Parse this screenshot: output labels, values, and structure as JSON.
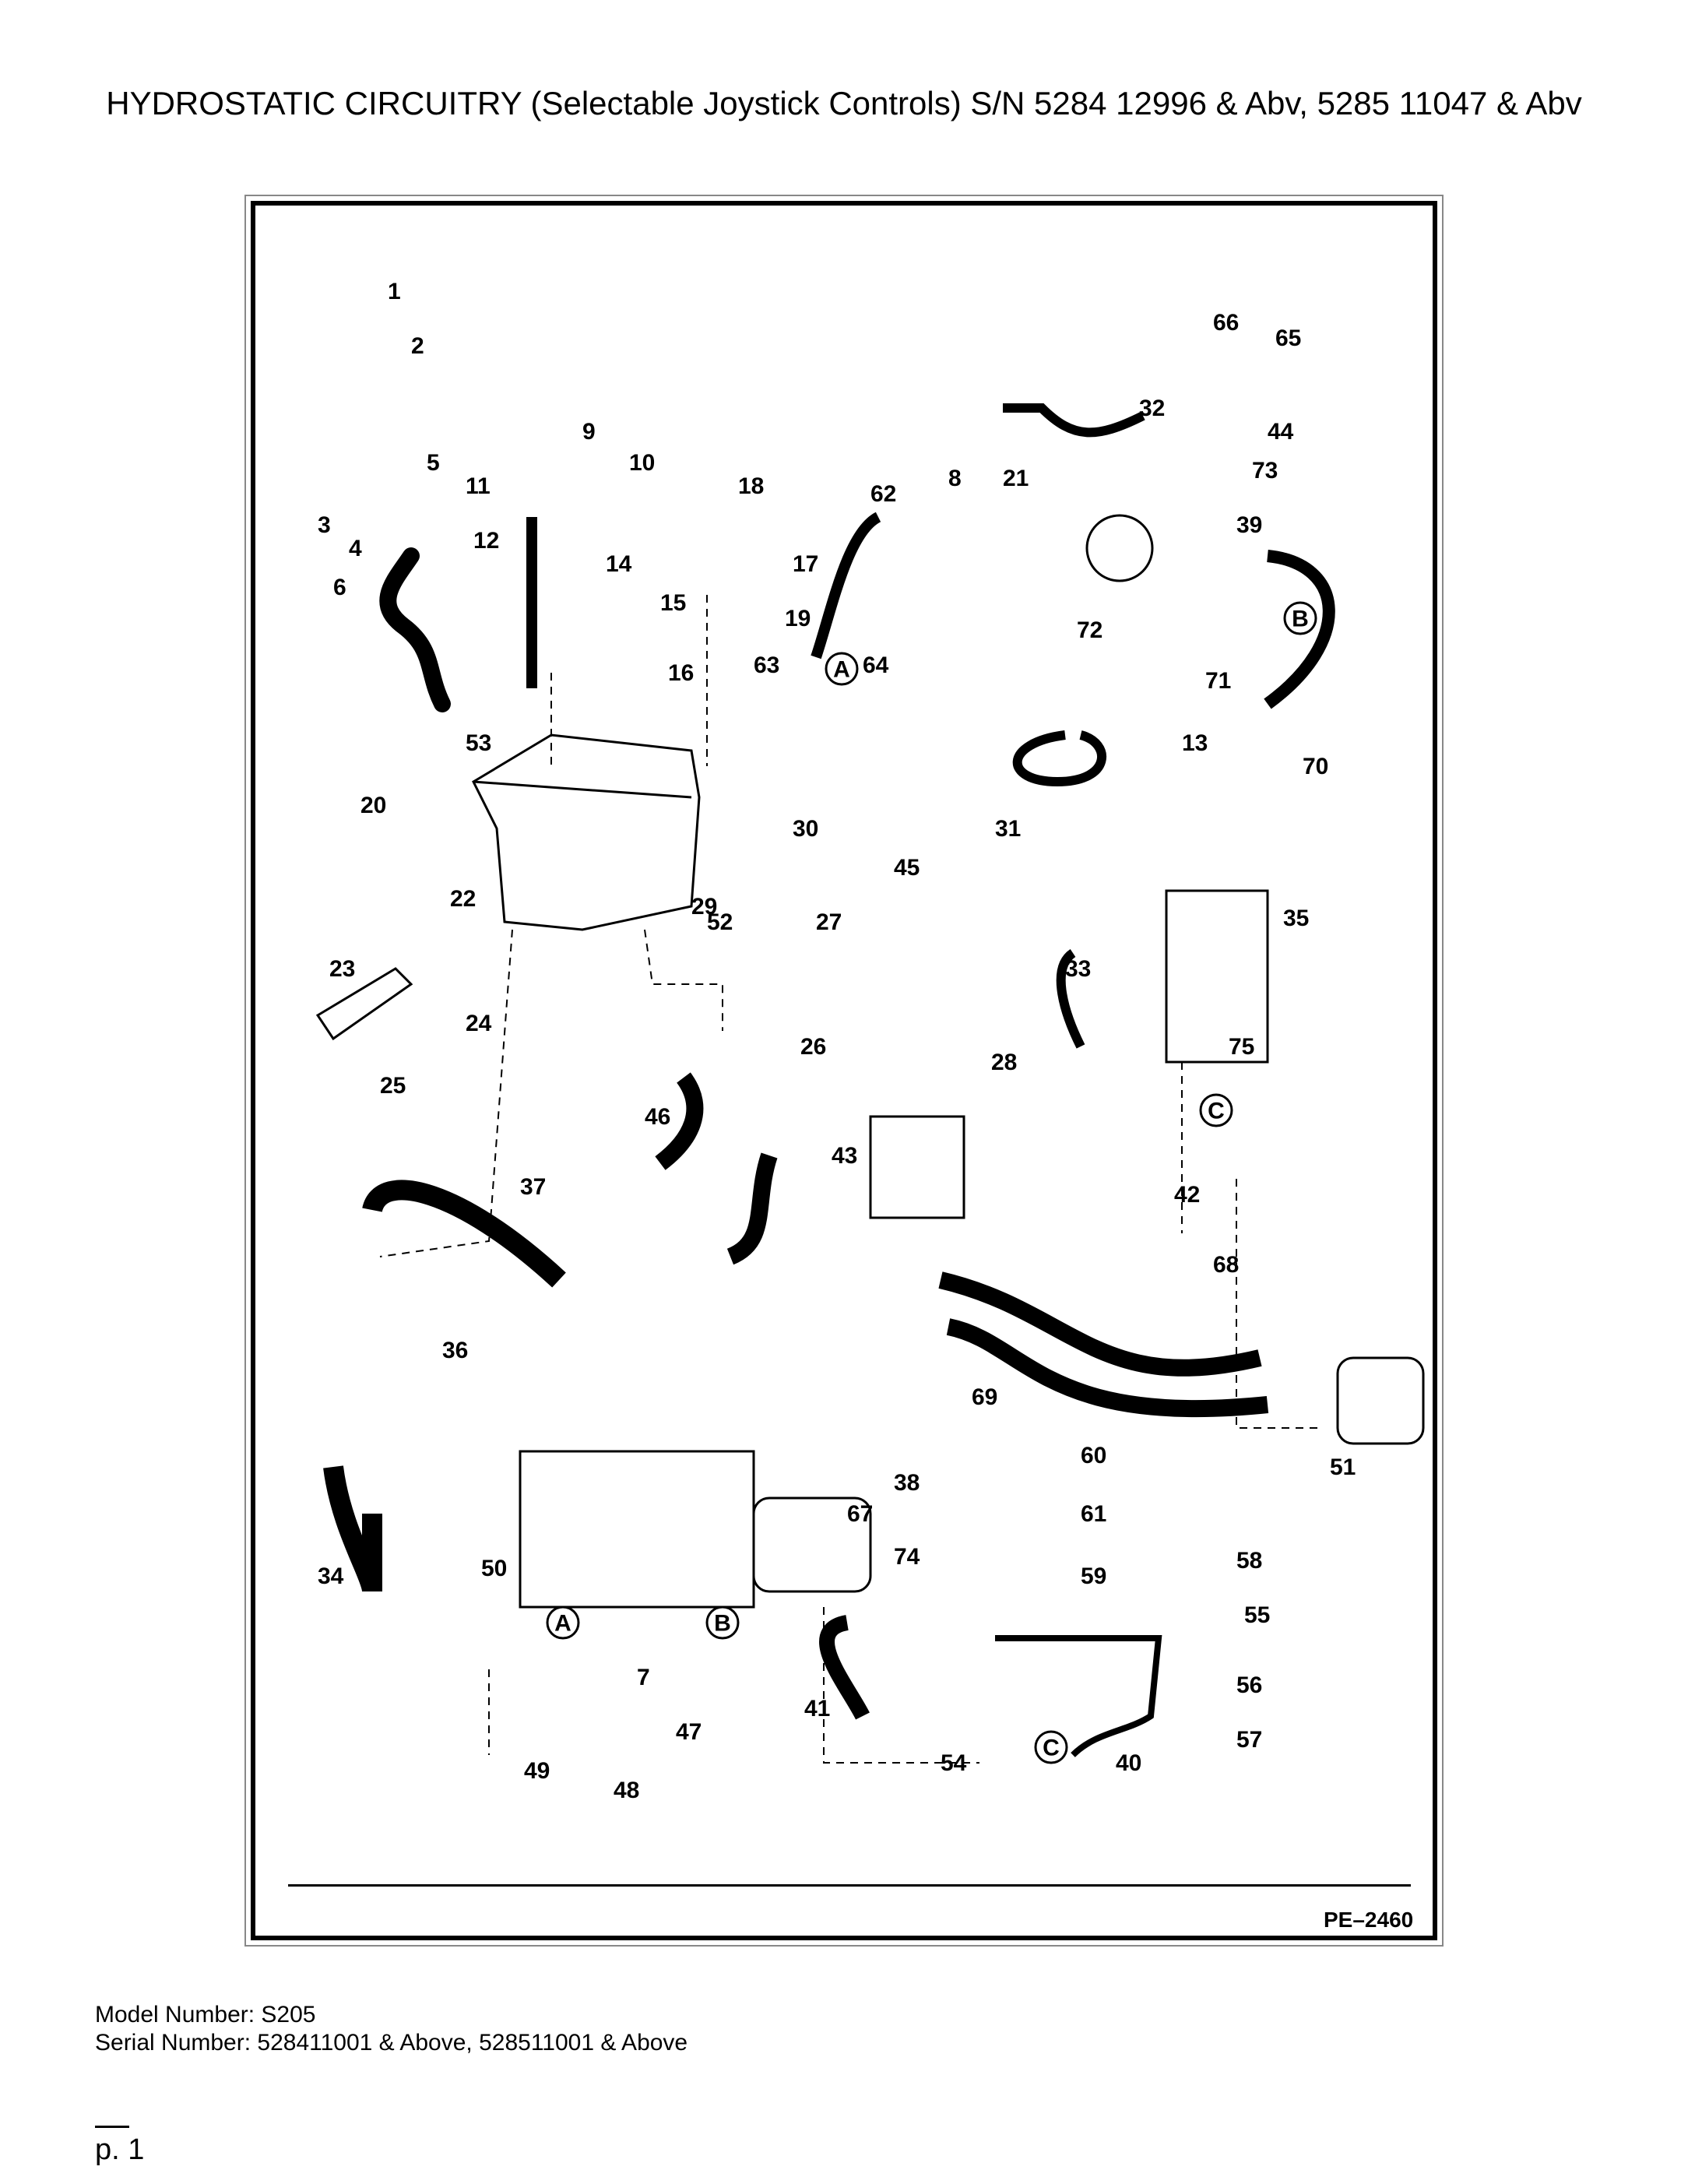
{
  "title": "HYDROSTATIC CIRCUITRY (Selectable Joystick Controls) S/N 5284 12996 & Abv, 5285 11047 & Abv",
  "diagram_code": "PE–2460",
  "model_number": "Model Number: S205",
  "serial_number": "Serial Number: 528411001 & Above, 528511001 & Above",
  "page_number": "p. 1",
  "callouts": [
    "1",
    "2",
    "3",
    "4",
    "5",
    "6",
    "7",
    "8",
    "9",
    "10",
    "11",
    "12",
    "13",
    "14",
    "15",
    "16",
    "17",
    "18",
    "19",
    "20",
    "21",
    "22",
    "23",
    "24",
    "25",
    "26",
    "27",
    "28",
    "29",
    "30",
    "31",
    "32",
    "33",
    "34",
    "35",
    "36",
    "37",
    "38",
    "39",
    "40",
    "41",
    "42",
    "43",
    "44",
    "45",
    "46",
    "47",
    "48",
    "49",
    "50",
    "51",
    "52",
    "53",
    "54",
    "55",
    "56",
    "57",
    "58",
    "59",
    "60",
    "61",
    "62",
    "63",
    "64",
    "65",
    "66",
    "67",
    "68",
    "69",
    "70",
    "71",
    "72",
    "73",
    "74",
    "75"
  ],
  "connectors": [
    "A",
    "B",
    "C"
  ]
}
